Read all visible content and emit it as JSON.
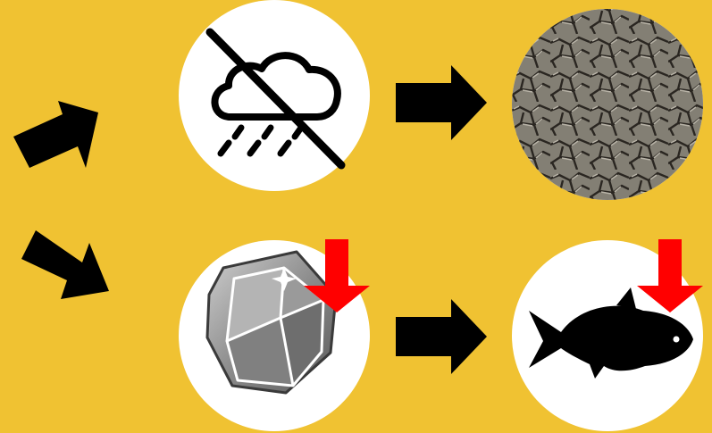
{
  "diagram": {
    "background_color": "#F0C232",
    "circle_fill": "#FFFFFF",
    "arrow_color": "#000000",
    "decrease_arrow_color": "#FF0000",
    "nodes": [
      {
        "id": "no-rain",
        "icon": "no-rain-icon"
      },
      {
        "id": "dry-cracked-earth",
        "icon": "cracked-earth-image"
      },
      {
        "id": "mineral-decrease",
        "icon": "mineral-rock-icon",
        "decrease": true
      },
      {
        "id": "fish-decrease",
        "icon": "fish-icon",
        "decrease": true
      }
    ],
    "edges": [
      {
        "from": "source",
        "to": "no-rain",
        "style": "angled-up"
      },
      {
        "from": "source",
        "to": "mineral-decrease",
        "style": "angled-down"
      },
      {
        "from": "no-rain",
        "to": "dry-cracked-earth",
        "style": "horizontal"
      },
      {
        "from": "mineral-decrease",
        "to": "fish-decrease",
        "style": "horizontal"
      }
    ]
  }
}
